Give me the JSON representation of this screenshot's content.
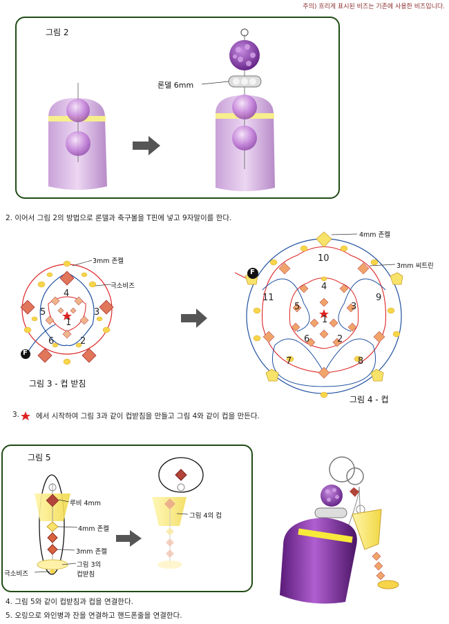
{
  "note": "주의) 흐리게 표시된 비즈는 기존에 사용한 비즈입니다.",
  "fig2": {
    "title": "그림 2",
    "rondelle_label": "론델 6mm"
  },
  "step2": "2. 이어서 그림 2의 방법으로 론델과 축구볼을 T핀에 넣고 9자말이를 한다.",
  "fig3": {
    "caption": "그림 3 - 컵 받침",
    "label_3mm_jonkel": "3mm 존켈",
    "label_seed": "극소비즈",
    "numbers": [
      "4",
      "5",
      "3",
      "1",
      "6",
      "2"
    ],
    "finish_marker": "F"
  },
  "fig4": {
    "caption": "그림 4 - 컵",
    "label_4mm_jonkel": "4mm 존켈",
    "label_3mm_citrine": "3mm 씨트린",
    "numbers": [
      "10",
      "11",
      "9",
      "4",
      "5",
      "3",
      "1",
      "6",
      "2",
      "7",
      "8"
    ],
    "finish_marker": "F"
  },
  "step3": {
    "number": "3.",
    "text": "에서 시작하여 그림 3과 같이 컵받침을 만들고 그림 4와 같이 컵을 만든다."
  },
  "fig5": {
    "title": "그림 5",
    "label_ruby": "루비 4mm",
    "label_4mm_jonkel": "4mm 존켈",
    "label_3mm_jonkel": "3mm 존켈",
    "label_fig3_line1": "그림 3의",
    "label_fig3_line2": "컵받침",
    "label_seed": "극소비즈",
    "label_fig4_cup": "그림 4의 컵"
  },
  "step4": "4. 그림 5와 같이 컵받침과 컵을 연결한다.",
  "step5": "5. 오링으로 와인병과 잔을 연결하고 핸드폰줄을 연결한다.",
  "colors": {
    "frame": "#1f4a14",
    "purple": "#8a3fa8",
    "note": "#8b2c2c"
  }
}
